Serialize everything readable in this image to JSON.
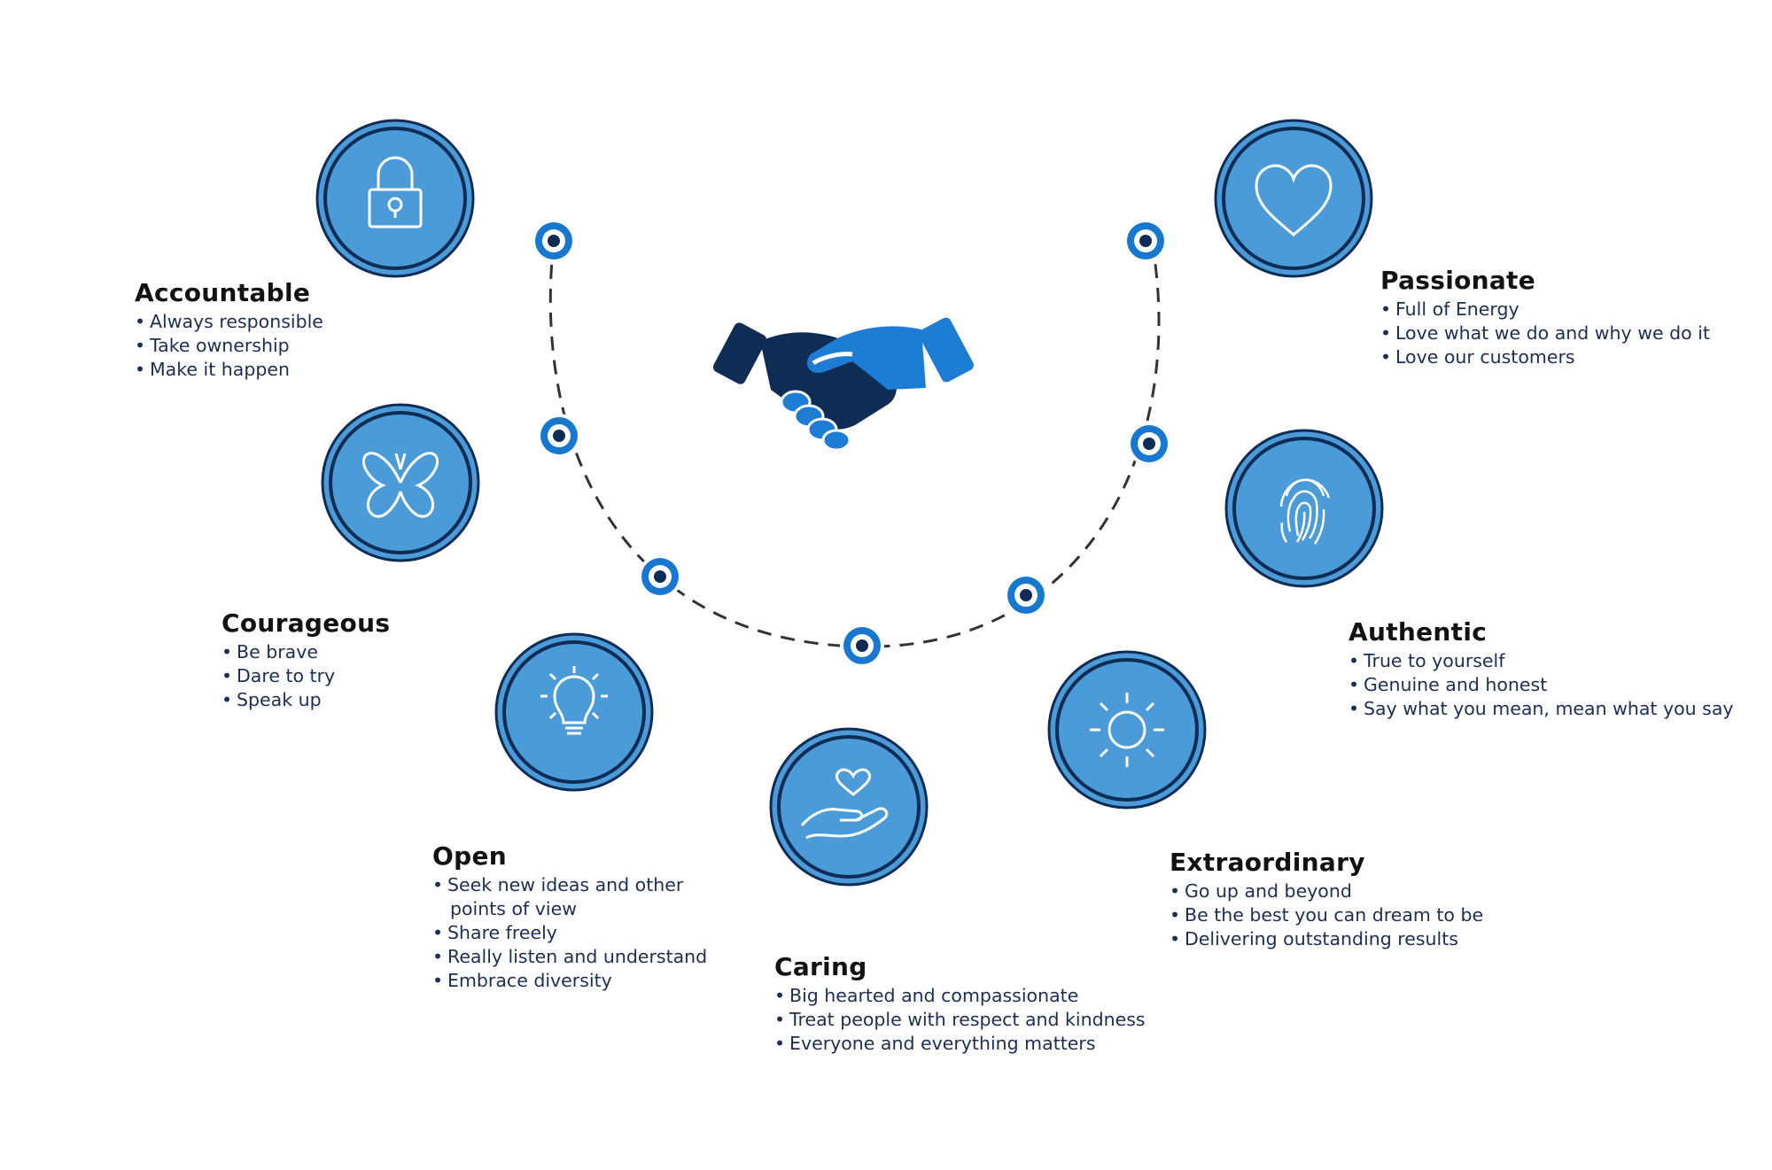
{
  "colors": {
    "circle_fill": "#4a9bd8",
    "circle_ring": "#0f2c55",
    "dot_outer": "#1878d0",
    "dot_inner": "#0f2c55",
    "dash": "#333333",
    "hand_dark": "#0f2c55",
    "hand_light": "#1d7cd4"
  },
  "center_icon": "handshake-icon",
  "values": [
    {
      "id": "accountable",
      "icon": "padlock-icon",
      "title": "Accountable",
      "bullets": [
        "Always responsible",
        "Take ownership",
        "Make it happen"
      ]
    },
    {
      "id": "courageous",
      "icon": "butterfly-icon",
      "title": "Courageous",
      "bullets": [
        "Be brave",
        "Dare to try",
        "Speak up"
      ]
    },
    {
      "id": "open",
      "icon": "lightbulb-icon",
      "title": "Open",
      "bullets": [
        "Seek new ideas and other",
        "points of view",
        "Share freely",
        "Really listen and understand",
        "Embrace diversity"
      ]
    },
    {
      "id": "caring",
      "icon": "hand-heart-icon",
      "title": "Caring",
      "bullets": [
        "Big hearted and compassionate",
        "Treat people with respect and kindness",
        "Everyone and everything matters"
      ]
    },
    {
      "id": "extraordinary",
      "icon": "sun-icon",
      "title": "Extraordinary",
      "bullets": [
        "Go up and beyond",
        "Be the best you can dream to be",
        "Delivering outstanding results"
      ]
    },
    {
      "id": "authentic",
      "icon": "fingerprint-icon",
      "title": "Authentic",
      "bullets": [
        "True to yourself",
        "Genuine and honest",
        "Say what you mean, mean what you say"
      ]
    },
    {
      "id": "passionate",
      "icon": "heart-icon",
      "title": "Passionate",
      "bullets": [
        "Full of Energy",
        "Love what we do and why we do it",
        "Love our customers"
      ]
    }
  ]
}
